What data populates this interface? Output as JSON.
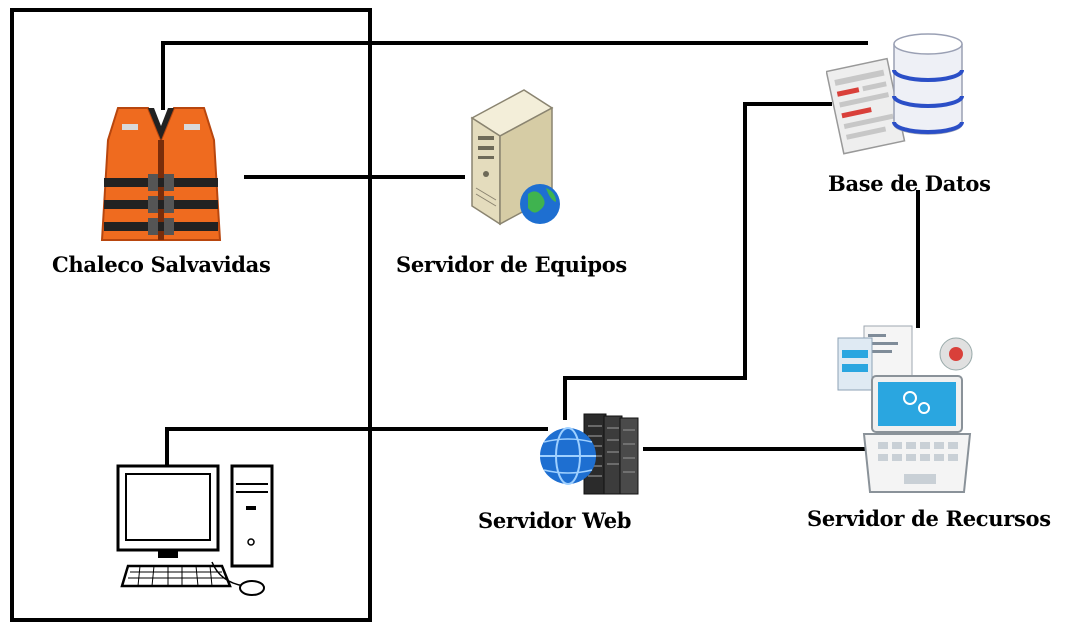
{
  "nodes": {
    "life_vest": {
      "label": "Chaleco Salvavidas",
      "icon": "life-vest-icon"
    },
    "equipment_server": {
      "label": "Servidor de Equipos",
      "icon": "server-tower-globe-icon"
    },
    "database": {
      "label": "Base de Datos",
      "icon": "database-icon"
    },
    "web_server": {
      "label": "Servidor Web",
      "icon": "web-server-rack-icon"
    },
    "resource_server": {
      "label": "Servidor de Recursos",
      "icon": "resource-server-laptop-icon"
    },
    "desktop_pc": {
      "label": "",
      "icon": "desktop-computer-icon"
    }
  },
  "colors": {
    "line": "#000000",
    "vest_orange": "#ef6b1f",
    "globe_blue": "#1e6fd1",
    "db_blue": "#2b4fc7",
    "screen_blue": "#2aa6e0"
  }
}
